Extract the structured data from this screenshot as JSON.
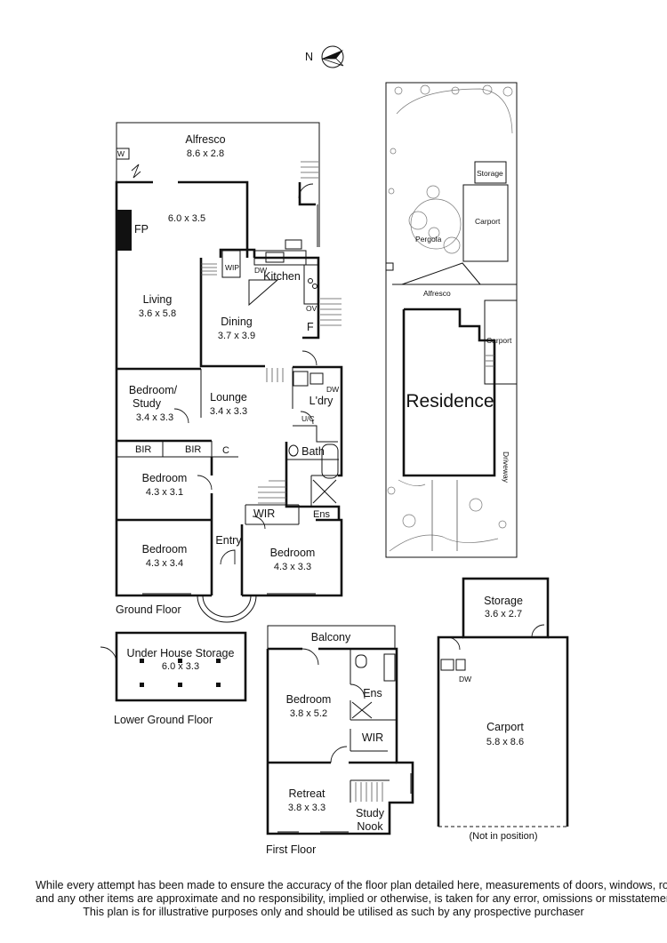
{
  "compass": {
    "label": "N"
  },
  "ground_floor": {
    "caption": "Ground Floor",
    "rooms": [
      {
        "name": "Alfresco",
        "dims": "8.6 x 2.8"
      },
      {
        "name": "",
        "dims": "6.0 x 3.5"
      },
      {
        "name": "Living",
        "dims": "3.6 x 5.8"
      },
      {
        "name": "Kitchen",
        "dims": ""
      },
      {
        "name": "Dining",
        "dims": "3.7 x 3.9"
      },
      {
        "name": "Bedroom/",
        "name2": "Study",
        "dims": "3.4 x 3.3"
      },
      {
        "name": "Lounge",
        "dims": "3.4 x 3.3"
      },
      {
        "name": "L'dry",
        "dims": ""
      },
      {
        "name": "Bath",
        "dims": ""
      },
      {
        "name": "Bedroom",
        "dims": "4.3 x 3.1"
      },
      {
        "name": "Bedroom",
        "dims": "4.3 x 3.4"
      },
      {
        "name": "Entry",
        "dims": ""
      },
      {
        "name": "Bedroom",
        "dims": "4.3 x 3.3"
      }
    ],
    "fixtures": {
      "fp": "FP",
      "wip": "WIP",
      "dw": "DW",
      "f": "F",
      "uc": "U/C",
      "bir1": "BIR",
      "bir2": "BIR",
      "c": "C",
      "wir": "WIR",
      "ens": "Ens",
      "ov": "OV",
      "w": "W"
    }
  },
  "lower_ground_floor": {
    "caption": "Lower Ground Floor",
    "room": {
      "name": "Under House Storage",
      "dims": "6.0 x 3.3"
    }
  },
  "first_floor": {
    "caption": "First Floor",
    "balcony": "Balcony",
    "rooms": [
      {
        "name": "Bedroom",
        "dims": "3.8 x 5.2"
      },
      {
        "name": "Ens",
        "dims": ""
      },
      {
        "name": "WIR",
        "dims": ""
      },
      {
        "name": "Retreat",
        "dims": "3.8 x 3.3"
      },
      {
        "name": "Study",
        "name2": "Nook",
        "dims": ""
      }
    ]
  },
  "site_plan": {
    "storage": "Storage",
    "carport_top": "Carport",
    "pergola": "Pergola",
    "alfresco": "Alfresco",
    "carport_side": "Carport",
    "residence": "Residence",
    "driveway": "Driveway"
  },
  "outbuilding": {
    "storage": {
      "name": "Storage",
      "dims": "3.6 x 2.7"
    },
    "carport": {
      "name": "Carport",
      "dims": "5.8 x 8.6"
    },
    "dw": "DW",
    "note": "(Not in position)"
  },
  "disclaimer": [
    "While every attempt has been made to ensure the accuracy of the floor plan detailed here, measurements of doors, windows, rooms",
    "and any other items are approximate and no responsibility, implied or otherwise, is taken for any error, omissions or misstatement.",
    "This plan is for illustrative purposes only and should be utilised as such by any prospective purchaser"
  ]
}
